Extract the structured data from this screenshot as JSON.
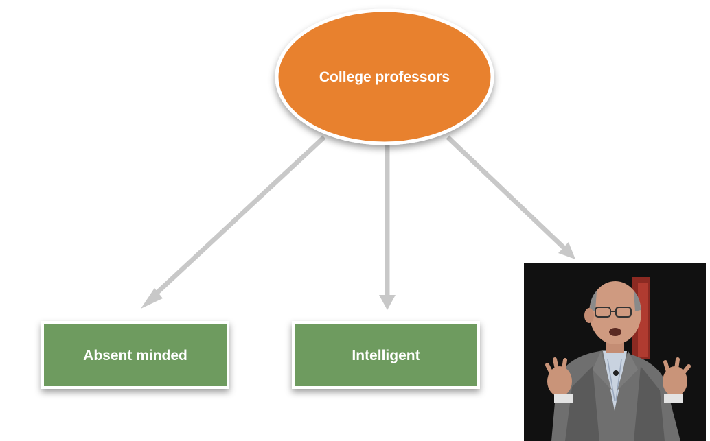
{
  "diagram": {
    "root": {
      "label": "College professors",
      "fill": "#e8812f",
      "stroke": "#ffffff"
    },
    "children": [
      {
        "label": "Absent minded",
        "fill": "#6e9b5e"
      },
      {
        "label": "Intelligent",
        "fill": "#6e9b5e"
      }
    ],
    "arrow_color": "#c8c8c8",
    "photo": {
      "subject": "man-in-gray-suit-speaking-icon",
      "background": "#111111"
    }
  }
}
